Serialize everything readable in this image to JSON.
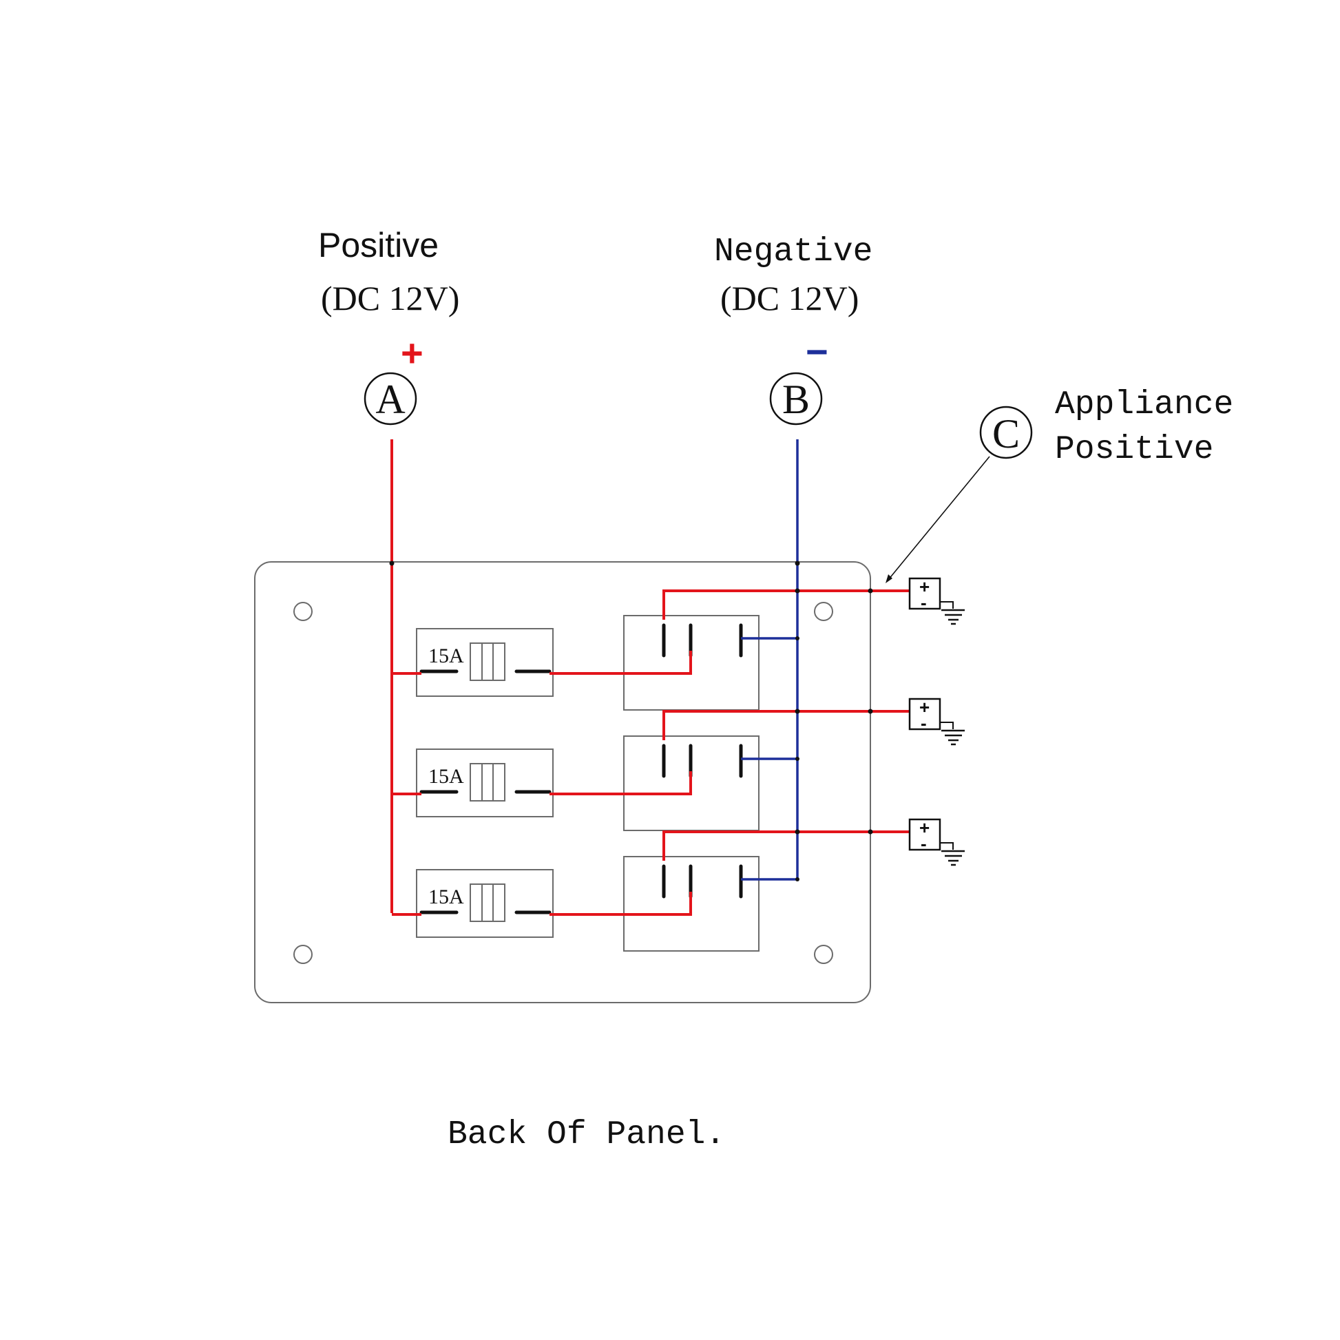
{
  "labels": {
    "positive_title": "Positive",
    "positive_sub": "(DC 12V)",
    "positive_sign": "+",
    "negative_title": "Negative",
    "negative_sub": "(DC 12V)",
    "negative_sign": "−",
    "appliance_line1": "Appliance",
    "appliance_line2": "Positive",
    "caption": "Back Of Panel."
  },
  "nodes": {
    "a": "A",
    "b": "B",
    "c": "C"
  },
  "fuses": [
    {
      "rating": "15A"
    },
    {
      "rating": "15A"
    },
    {
      "rating": "15A"
    }
  ],
  "load_symbol": {
    "plus": "+",
    "minus": "-"
  },
  "colors": {
    "positive_wire": "#e3141b",
    "negative_wire": "#1d2f9a",
    "line": "#111111"
  }
}
